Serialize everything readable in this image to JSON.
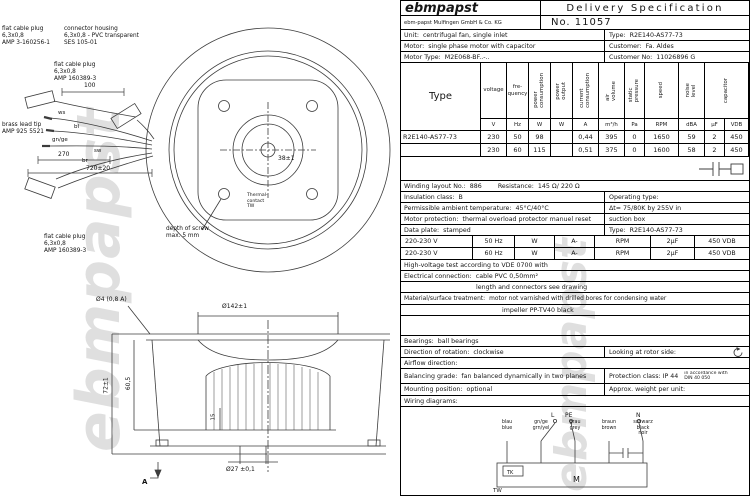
{
  "header": {
    "brand": "ebmpapst",
    "company": "ebm-papst Mulfingen GmbH & Co. KG",
    "title": "Delivery Specification",
    "number": "No. 11057"
  },
  "info": {
    "unit_label": "Unit:",
    "unit": "centrifugal fan, single inlet",
    "type_label": "Type:",
    "type": "R2E140-AS77-73",
    "motor_label": "Motor:",
    "motor": "single phase motor with capacitor",
    "customer_label": "Customer:",
    "customer": "Fa. Aldes",
    "motor_type_label": "Motor Type:",
    "motor_type": "M2E068-BF..-..",
    "customer_no_label": "Customer No:",
    "customer_no": "11026896 G"
  },
  "perf": {
    "type_header": "Type",
    "col_labels": [
      "voltage",
      "fre-\nquency",
      "power\nconsumption",
      "power\noutput",
      "current\nconsumption",
      "air\nvolume",
      "static\npressure",
      "speed",
      "noise\nlevel",
      "capacitor"
    ],
    "units": [
      "V",
      "Hz",
      "W",
      "W",
      "A",
      "m³/h",
      "Pa",
      "RPM",
      "dBA",
      "µF",
      "VDB"
    ],
    "rows": [
      {
        "type": "R2E140-AS77-73",
        "v": [
          "230",
          "50",
          "98",
          "",
          "0,44",
          "395",
          "0",
          "1650",
          "59",
          "2",
          "450"
        ]
      },
      {
        "type": "",
        "v": [
          "230",
          "60",
          "115",
          "",
          "0,51",
          "375",
          "0",
          "1600",
          "58",
          "2",
          "450"
        ]
      }
    ]
  },
  "specs": {
    "winding_label": "Winding layout No.:",
    "winding_value": "886",
    "resistance_label": "Resistance:",
    "resistance_value": "145 Ω/ 220 Ω",
    "insulation_label": "Insulation class:",
    "insulation_value": "B",
    "operating_label": "Operating type:",
    "ambient_label": "Permissible ambient temperature:",
    "ambient_value": "45°C/40°C",
    "delta_t": "Δt= 75/80K by 255V in",
    "suction": "suction box",
    "protection_label": "Motor protection:",
    "protection_value": "thermal overload protector manuel reset",
    "dataplate_label": "Data plate:",
    "dataplate_value": "stamped",
    "dp_type_label": "Type:",
    "dp_type_value": "R2E140-AS77-73",
    "dp_rows": [
      [
        "220-230 V",
        "50 Hz",
        "W",
        "A-",
        "RPM",
        "2µF",
        "450 VDB"
      ],
      [
        "220-230 V",
        "60 Hz",
        "W",
        "A-",
        "RPM",
        "2µF",
        "450 VDB"
      ]
    ],
    "hv_test": "High-voltage test according to VDE 0700 with",
    "electrical_label": "Electrical connection:",
    "electrical_value": "cable PVC 0,50mm²",
    "length_note": "length and connectors see drawing",
    "material_label": "Material/surface treatment:",
    "material_value": "motor not varnished with drilled bores for condensing water",
    "impeller": "impeller PP-TV40 black",
    "bearings_label": "Bearings:",
    "bearings_value": "ball bearings",
    "rotation_label": "Direction of rotation:",
    "rotation_value": "clockwise",
    "rotor_side": "Looking at rotor side:",
    "airflow": "Airflow direction:",
    "balancing_label": "Balancing grade:",
    "balancing_value": "fan balanced dynamically in two planes",
    "protection_class": "Protection class: IP 44",
    "din": "in accordance with\nDIN 40 050",
    "mounting_label": "Mounting position:",
    "mounting_value": "optional",
    "weight_label": "Approx. weight per unit:",
    "wiring_label": "Wiring diagrams:"
  },
  "wiring": {
    "terminals": [
      "L",
      "PE",
      "N"
    ],
    "wires": [
      {
        "de": "blau",
        "en": "blue"
      },
      {
        "de": "gn/ge",
        "en": "grn/yel"
      },
      {
        "de": "grau",
        "en": "grey"
      },
      {
        "de": "braun",
        "en": "brown"
      },
      {
        "de": "schwarz",
        "en": "black",
        "fr": "noir"
      }
    ],
    "tw": "TW",
    "motor": "M",
    "tk": "TK"
  },
  "drawing": {
    "watermark": "ebmpapst",
    "plug_top": "flat cable plug\n6,3x0,8\nAMP 3-160256-1",
    "housing": "connector housing\n6,3x0,8 - PVC transparent\nSES 105-01",
    "plug_mid": "flat cable plug\n6,3x0,8\nAMP 160389-3",
    "brass": "brass lead tip\nAMP 925 5521",
    "plug_bottom": "flat cable plug\n6,3x0,8\nAMP 160389-3",
    "depth": "depth of screw\nmax. 5 mm",
    "thermal": "Thermal-\ncontact\nTW",
    "dim_100": "100",
    "dim_270": "270",
    "dim_720": "720±20",
    "dim_center": "38±1",
    "dim_142": "Ø142±1",
    "dim_4": "Ø4 (0,8 A)",
    "dim_72": "72±1",
    "dim_605": "60,5",
    "dim_15": "15",
    "dim_27": "Ø27 ±0,1",
    "section_a": "A",
    "wire_ws": "ws",
    "wire_bl": "bl",
    "wire_gnge": "gn/ge",
    "wire_sw": "sw",
    "wire_br": "br"
  }
}
